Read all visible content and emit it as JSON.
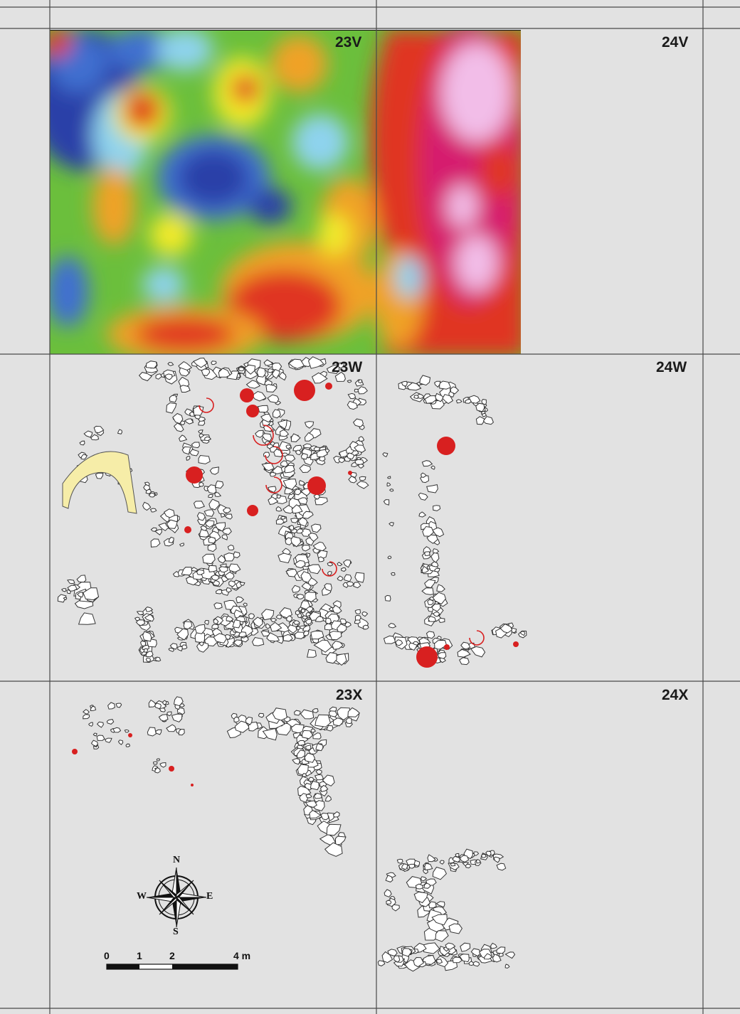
{
  "grid": {
    "columns": [
      "23",
      "24"
    ],
    "rows": [
      "V",
      "W",
      "X"
    ],
    "cells": [
      {
        "id": "23V",
        "label": "23V"
      },
      {
        "id": "24V",
        "label": "24V"
      },
      {
        "id": "23W",
        "label": "23W"
      },
      {
        "id": "24W",
        "label": "24W"
      },
      {
        "id": "23X",
        "label": "23X"
      },
      {
        "id": "24X",
        "label": "24X"
      }
    ]
  },
  "compass": {
    "north": "N",
    "south": "S",
    "east": "E",
    "west": "W"
  },
  "scale_bar": {
    "ticks": [
      "0",
      "1",
      "2",
      "4 m"
    ]
  },
  "layers": {
    "geophysics_survey": {
      "colormap": [
        "#2a3fa8",
        "#3f6fd0",
        "#8ed3ee",
        "#6bbf3c",
        "#f2ea2c",
        "#f0a226",
        "#e03420",
        "#d61a6e",
        "#f2bde8"
      ]
    },
    "stones": {
      "fill": "#ffffff",
      "stroke": "#333333"
    },
    "red_features": {
      "fill": "#d82020"
    },
    "yellow_feature": {
      "fill": "#f6eda8"
    }
  },
  "colors": {
    "background": "#e2e2e2",
    "grid_line": "#4a4a4a"
  }
}
